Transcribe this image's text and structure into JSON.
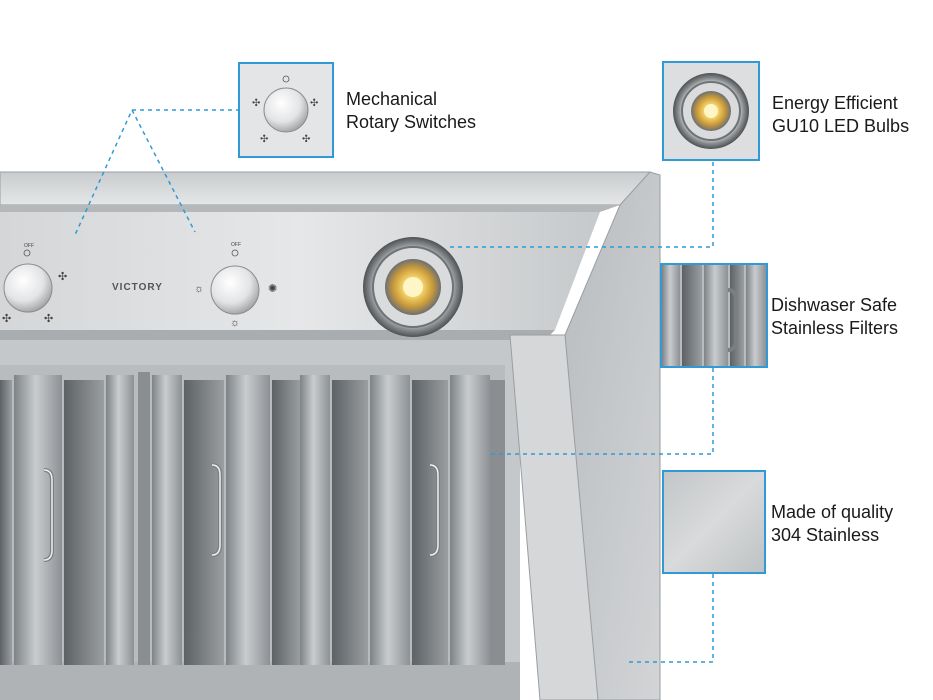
{
  "brand": "VICTORY",
  "knob_marker": "OFF",
  "features": [
    {
      "id": "switches",
      "lines": [
        "Mechanical",
        "Rotary Switches"
      ],
      "icon": "rotary-knob"
    },
    {
      "id": "led",
      "lines": [
        "Energy Efficient",
        "GU10 LED Bulbs"
      ],
      "icon": "led-bulb"
    },
    {
      "id": "filters",
      "lines": [
        "Dishwaser Safe",
        "Stainless Filters"
      ],
      "icon": "baffle-filter"
    },
    {
      "id": "steel",
      "lines": [
        "Made of quality",
        "304 Stainless"
      ],
      "icon": "steel-texture"
    }
  ],
  "colors": {
    "callout_line": "#2f9ad6",
    "steel_light": "#d8dadb",
    "steel_dark": "#8f9396",
    "led_glow": "#f2c14e"
  }
}
